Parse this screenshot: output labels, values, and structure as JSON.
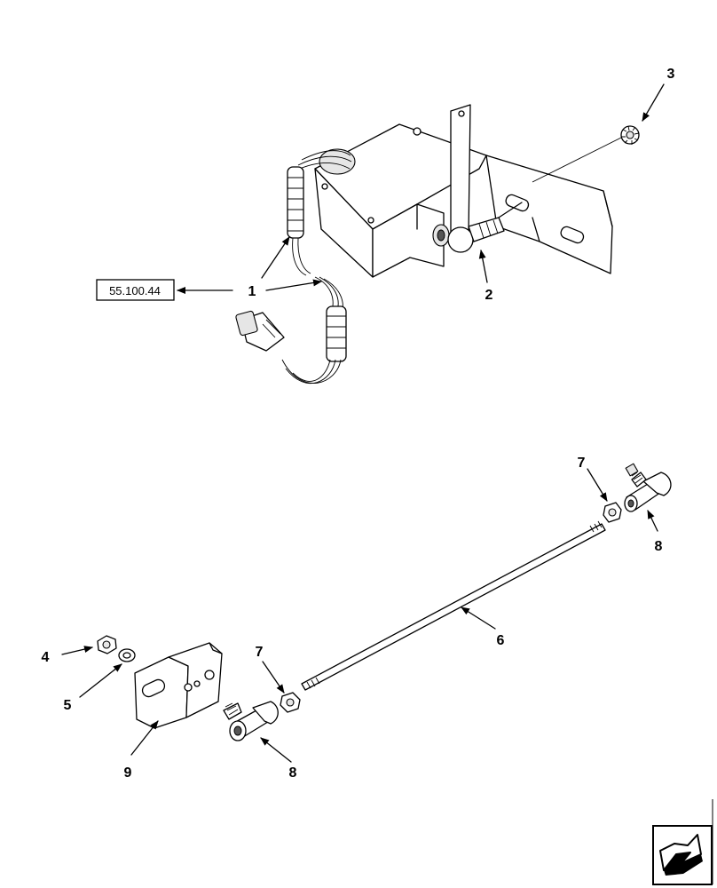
{
  "reference_box": {
    "label": "55.100.44"
  },
  "callouts": [
    {
      "id": "1",
      "label": "1"
    },
    {
      "id": "2",
      "label": "2"
    },
    {
      "id": "3",
      "label": "3"
    },
    {
      "id": "4",
      "label": "4"
    },
    {
      "id": "5",
      "label": "5"
    },
    {
      "id": "6",
      "label": "6"
    },
    {
      "id": "7a",
      "label": "7"
    },
    {
      "id": "7b",
      "label": "7"
    },
    {
      "id": "8a",
      "label": "8"
    },
    {
      "id": "8b",
      "label": "8"
    },
    {
      "id": "9",
      "label": "9"
    }
  ],
  "icons": {
    "nav": "next-page-arrow-icon"
  }
}
